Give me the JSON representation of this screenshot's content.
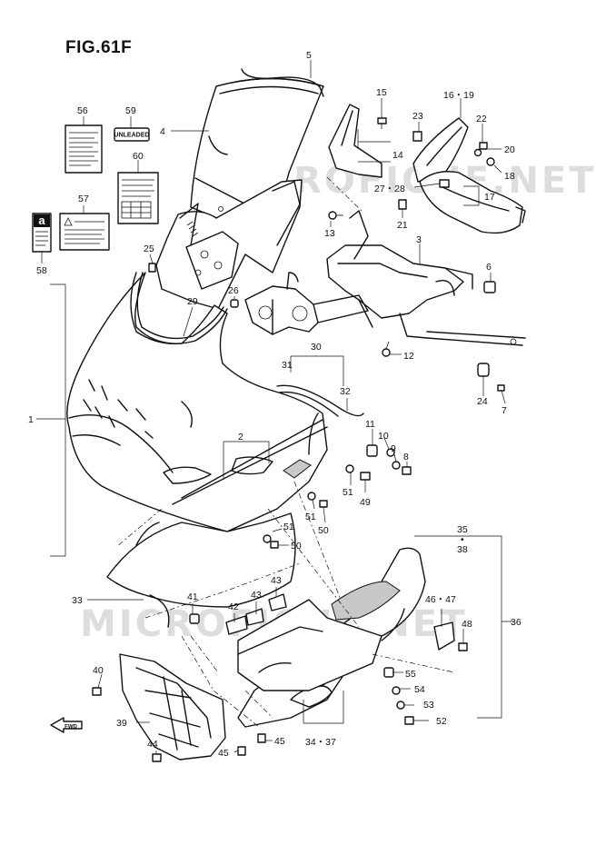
{
  "figure": {
    "title": "FIG.61F"
  },
  "watermark": "MICROFICHE.NET",
  "label_text": {
    "unleaded": "UNLEADED",
    "fwd": "FWD",
    "a_symbol": "a"
  },
  "callouts": [
    {
      "id": "c1",
      "label": "1"
    },
    {
      "id": "c2",
      "label": "2"
    },
    {
      "id": "c3",
      "label": "3"
    },
    {
      "id": "c4",
      "label": "4"
    },
    {
      "id": "c5",
      "label": "5"
    },
    {
      "id": "c6",
      "label": "6"
    },
    {
      "id": "c7",
      "label": "7"
    },
    {
      "id": "c8",
      "label": "8"
    },
    {
      "id": "c9",
      "label": "9"
    },
    {
      "id": "c10",
      "label": "10"
    },
    {
      "id": "c11",
      "label": "11"
    },
    {
      "id": "c12",
      "label": "12"
    },
    {
      "id": "c13",
      "label": "13"
    },
    {
      "id": "c14",
      "label": "14"
    },
    {
      "id": "c15",
      "label": "15"
    },
    {
      "id": "c16",
      "label": "16・19"
    },
    {
      "id": "c17",
      "label": "17"
    },
    {
      "id": "c18",
      "label": "18"
    },
    {
      "id": "c20",
      "label": "20"
    },
    {
      "id": "c21",
      "label": "21"
    },
    {
      "id": "c22",
      "label": "22"
    },
    {
      "id": "c23",
      "label": "23"
    },
    {
      "id": "c24",
      "label": "24"
    },
    {
      "id": "c25",
      "label": "25"
    },
    {
      "id": "c26",
      "label": "26"
    },
    {
      "id": "c27",
      "label": "27・28"
    },
    {
      "id": "c29",
      "label": "29"
    },
    {
      "id": "c30",
      "label": "30"
    },
    {
      "id": "c31",
      "label": "31"
    },
    {
      "id": "c32",
      "label": "32"
    },
    {
      "id": "c33",
      "label": "33"
    },
    {
      "id": "c34",
      "label": "34・37"
    },
    {
      "id": "c35",
      "label": "35"
    },
    {
      "id": "c36",
      "label": "36"
    },
    {
      "id": "c38",
      "label": "38"
    },
    {
      "id": "c39",
      "label": "39"
    },
    {
      "id": "c40",
      "label": "40"
    },
    {
      "id": "c41",
      "label": "41"
    },
    {
      "id": "c42",
      "label": "42"
    },
    {
      "id": "c43a",
      "label": "43"
    },
    {
      "id": "c43b",
      "label": "43"
    },
    {
      "id": "c44",
      "label": "44"
    },
    {
      "id": "c45a",
      "label": "45"
    },
    {
      "id": "c45b",
      "label": "45"
    },
    {
      "id": "c46",
      "label": "46・47"
    },
    {
      "id": "c48",
      "label": "48"
    },
    {
      "id": "c49",
      "label": "49"
    },
    {
      "id": "c50a",
      "label": "50"
    },
    {
      "id": "c50b",
      "label": "50"
    },
    {
      "id": "c51a",
      "label": "51"
    },
    {
      "id": "c51b",
      "label": "51"
    },
    {
      "id": "c51c",
      "label": "51"
    },
    {
      "id": "c52",
      "label": "52"
    },
    {
      "id": "c53",
      "label": "53"
    },
    {
      "id": "c54",
      "label": "54"
    },
    {
      "id": "c55",
      "label": "55"
    },
    {
      "id": "c56",
      "label": "56"
    },
    {
      "id": "c57",
      "label": "57"
    },
    {
      "id": "c58",
      "label": "58"
    },
    {
      "id": "c59",
      "label": "59"
    },
    {
      "id": "c60",
      "label": "60"
    },
    {
      "id": "c35dot",
      "label": "•"
    }
  ]
}
